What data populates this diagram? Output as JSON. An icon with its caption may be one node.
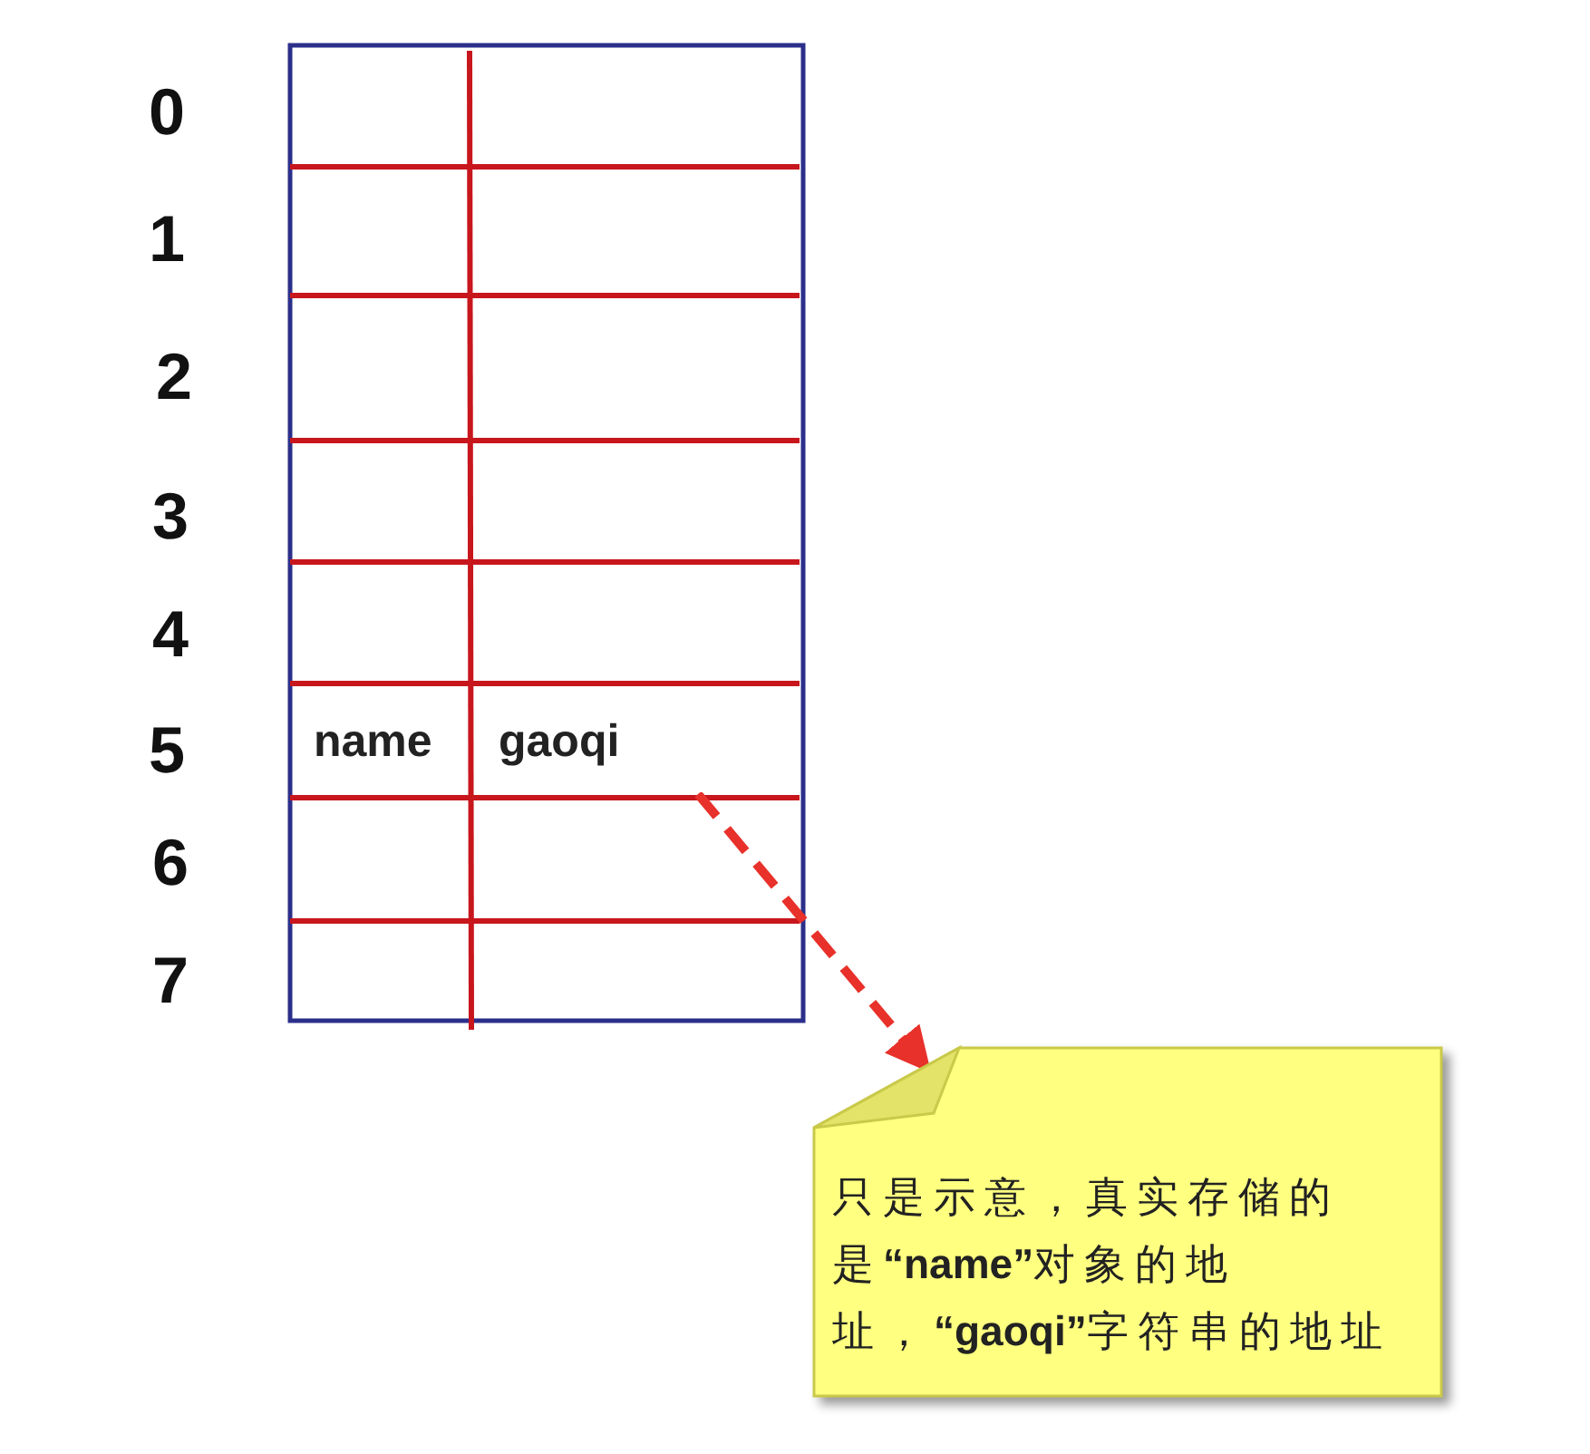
{
  "diagram": {
    "nodes": [
      {
        "text": [
          "name"
        ]
      },
      {
        "text": [
          "gaoqi"
        ]
      },
      {
        "text": [
          "只是示意，真实存储的是**“name”**对象的地址，**“gaoqi”**字符串的地址"
        ]
      }
    ],
    "edges": [
      {
        "from": 1,
        "to": 2,
        "arrow": "to",
        "style": "dashed",
        "color": "#e8312a"
      }
    ],
    "labels": [
      "0",
      "1",
      "2",
      "3",
      "4",
      "5",
      "6",
      "7"
    ]
  }
}
